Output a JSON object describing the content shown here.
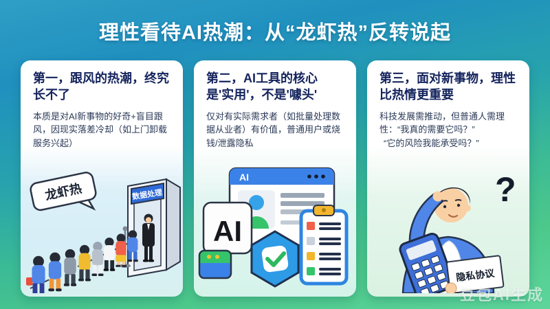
{
  "colors": {
    "background_top": "#2a9cc6",
    "background_bottom": "#5ed69b",
    "card_background": "#ffffff",
    "heading_text": "#14235c",
    "body_text": "#2b3a58",
    "accent_blue": "#3b82e8",
    "accent_green": "#35c46a",
    "title_text": "#ffffff"
  },
  "header": {
    "title": "理性看待AI热潮：从“龙虾热”反转说起"
  },
  "cards": [
    {
      "heading": "第一，跟风的热潮，终究长不了",
      "body": "本质是对AI新事物的好奇+盲目跟风，因现实落差冷却（如上门卸载服务兴起）",
      "illustration": {
        "name": "queue-of-people-at-data-processing-booth",
        "speech_bubble": "龙虾热",
        "door_sign": "数据处理"
      }
    },
    {
      "heading": "第二，AI工具的核心是'实用'，不是'噱头'",
      "body": "仅对有实际需求者（如批量处理数据从业者）有价值，普通用户或烧钱/泄露隐私",
      "illustration": {
        "name": "ai-tools-browser-badge-checklist",
        "browser_label": "AI",
        "ai_card_label": "AI"
      }
    },
    {
      "heading": "第三，面对新事物，理性比热情更重要",
      "body_line1": "科技发展需推动，但普通人需理性：“我真的需要它吗？”",
      "body_line2": "“它的风险我能承受吗？”",
      "illustration": {
        "name": "thinking-man-with-calculator-and-privacy-policy",
        "paper_label": "隐私协议",
        "question_mark": "?"
      }
    }
  ],
  "watermark": {
    "label": "豆包AI生成"
  }
}
